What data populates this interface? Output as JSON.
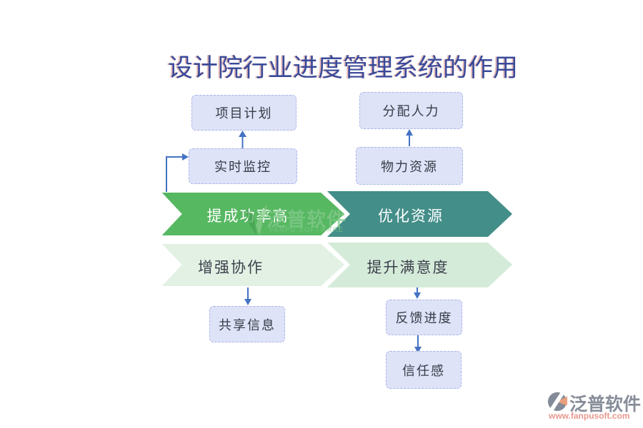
{
  "page": {
    "title_text": "设计院行业进度管理系统的作用"
  },
  "boxes": {
    "project_plan": {
      "label": "项目计划"
    },
    "allocate_manpower": {
      "label": "分配人力"
    },
    "realtime_monitor": {
      "label": "实时监控"
    },
    "material_resource": {
      "label": "物力资源"
    },
    "share_info": {
      "label": "共享信息"
    },
    "feedback_progress": {
      "label": "反馈进度"
    },
    "trust": {
      "label": "信任感"
    }
  },
  "chevrons": {
    "success_rate": {
      "label": "提成功率高",
      "color": "#57b862"
    },
    "optimize_resources": {
      "label": "优化资源",
      "color": "#438e89"
    },
    "enhance_collab": {
      "label": "增强协作",
      "color": "#e2f1e4"
    },
    "improve_satisfaction": {
      "label": "提升满意度",
      "color": "#d5ebd9"
    }
  },
  "watermark_center": {
    "brand": "泛普软件",
    "subtext": "FANPU SOFTWARE"
  },
  "watermark_corner": {
    "brand": "泛普软件",
    "url": "www.fanpusoft.com"
  },
  "colors": {
    "title": "#3a4a9a",
    "connector_blue": "#4472c4",
    "box_fill": "#dfe3f8",
    "box_border": "#aab4e6",
    "box_text": "#363b46",
    "watermark_green": "#82c98c",
    "corner_brand_gray": "#878d99",
    "corner_url_salmon": "#e8998f"
  }
}
